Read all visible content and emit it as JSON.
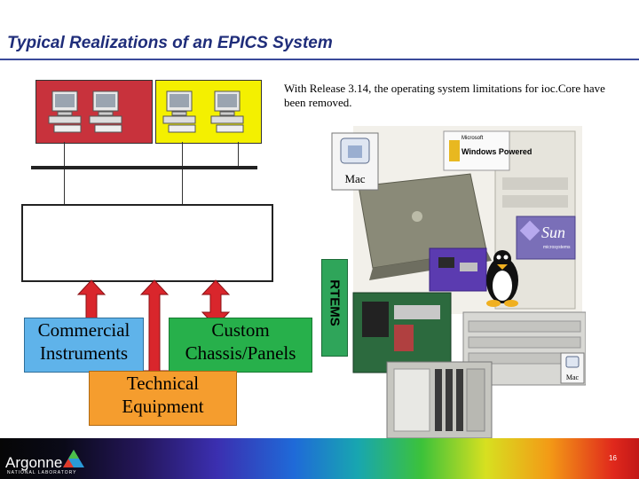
{
  "slide": {
    "title": "Typical Realizations of an EPICS System",
    "note": "With Release 3.14, the operating system limitations for ioc.Core have been removed.",
    "page_number": "16"
  },
  "diagram": {
    "rtems_label": "RTEMS",
    "commercial_label": "Commercial Instruments",
    "custom_label": "Custom Chassis/Panels",
    "technical_label": "Technical Equipment"
  },
  "logos": {
    "mac": "Mac",
    "windows": "Windows Powered",
    "windows_small": "Microsoft",
    "sun": "Sun",
    "sun_small": "microsystems",
    "mac2": "Mac"
  },
  "footer": {
    "brand": "Argonne",
    "brand_sub": "NATIONAL LABORATORY"
  },
  "colors": {
    "red_box": "#c8323c",
    "yellow_box": "#f4f000",
    "rtems": "#2fa55a",
    "commercial": "#5fb3ea",
    "custom": "#27b04b",
    "technical": "#f59d2e"
  }
}
